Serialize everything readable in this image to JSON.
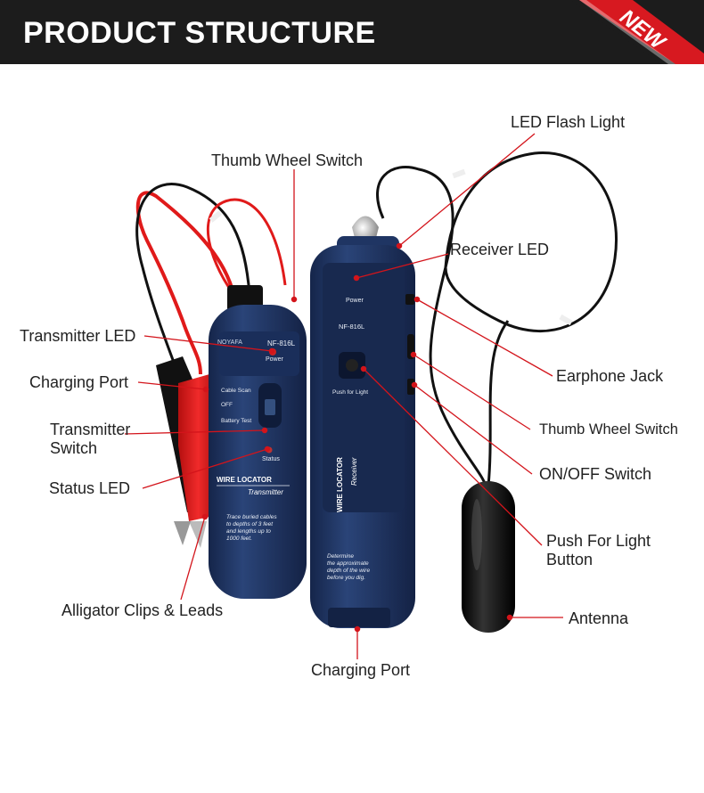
{
  "header": {
    "title": "PRODUCT STRUCTURE",
    "badge": "NEW",
    "bg_color": "#1c1c1c",
    "badge_color": "#d71920"
  },
  "labels": {
    "led_flash_light": "LED Flash Light",
    "thumb_wheel_switch_top": "Thumb Wheel Switch",
    "receiver_led": "Receiver  LED",
    "transmitter_led": "Transmitter LED",
    "earphone_jack": "Earphone Jack",
    "charging_port_left": "Charging Port",
    "transmitter_switch_line1": "Transmitter",
    "transmitter_switch_line2": "Switch",
    "thumb_wheel_switch_right": "Thumb Wheel Switch",
    "on_off_switch": "ON/OFF Switch",
    "status_led": "Status LED",
    "push_for_light_line1": "Push  For Light",
    "push_for_light_line2": "Button",
    "alligator_clips": "Alligator Clips &  Leads",
    "antenna": "Antenna",
    "charging_port_bottom": "Charging Port"
  },
  "transmitter": {
    "brand": "NOYAFA",
    "model": "NF-816L",
    "power": "Power",
    "switch_cable_scan": "Cable Scan",
    "switch_off": "OFF",
    "switch_battery_test": "Battery Test",
    "status": "Status",
    "title": "WIRE LOCATOR",
    "subtitle": "Transmitter",
    "desc_1": "Trace buried cables",
    "desc_2": "to depths of 3 feet",
    "desc_3": "and lengths up to",
    "desc_4": "1000 feet."
  },
  "receiver": {
    "power": "Power",
    "model": "NF-816L",
    "push_for_light": "Push for Light",
    "title": "WIRE LOCATOR",
    "subtitle": "Receiver",
    "desc_1": "Determine",
    "desc_2": "the approximate",
    "desc_3": "depth of the wire",
    "desc_4": "before you dig."
  },
  "colors": {
    "device_blue": "#1f3563",
    "leader_line": "#d3141b",
    "wire_red": "#e01a1a",
    "cable_black": "#111111"
  }
}
